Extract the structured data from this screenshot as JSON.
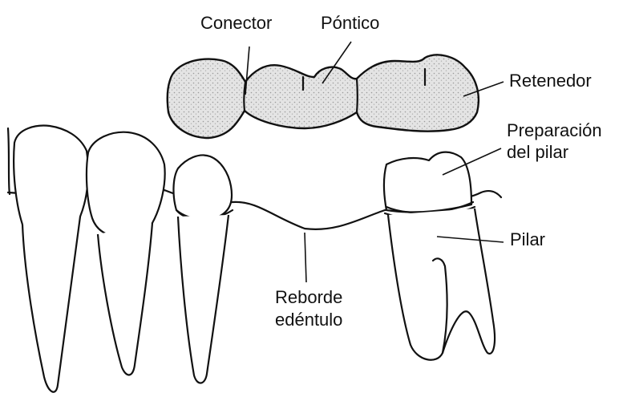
{
  "labels": {
    "connector": "Conector",
    "pontic": "Póntico",
    "retainer": "Retenedor",
    "abutment_prep_line1": "Preparación",
    "abutment_prep_line2": "del pilar",
    "abutment": "Pilar",
    "edentulous_line1": "Reborde",
    "edentulous_line2": "edéntulo"
  },
  "colors": {
    "line": "#111111",
    "bridge_fill": "#d9d9d9",
    "background": "#ffffff"
  }
}
